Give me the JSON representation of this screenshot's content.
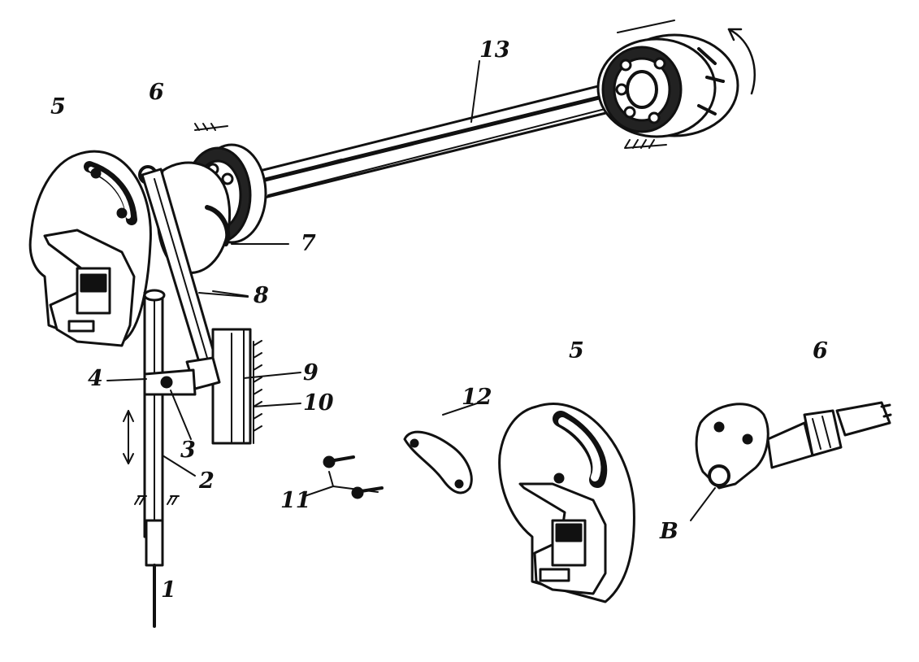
{
  "labels": {
    "l1": "1",
    "l2": "2",
    "l3": "3",
    "l4": "4",
    "l5a": "5",
    "l6a": "6",
    "l7": "7",
    "l8": "8",
    "l9": "9",
    "l10": "10",
    "l11": "11",
    "l12": "12",
    "l13": "13",
    "l5b": "5",
    "l6b": "6",
    "lB": "B"
  },
  "colors": {
    "ink": "#111111",
    "paper": "#ffffff"
  }
}
